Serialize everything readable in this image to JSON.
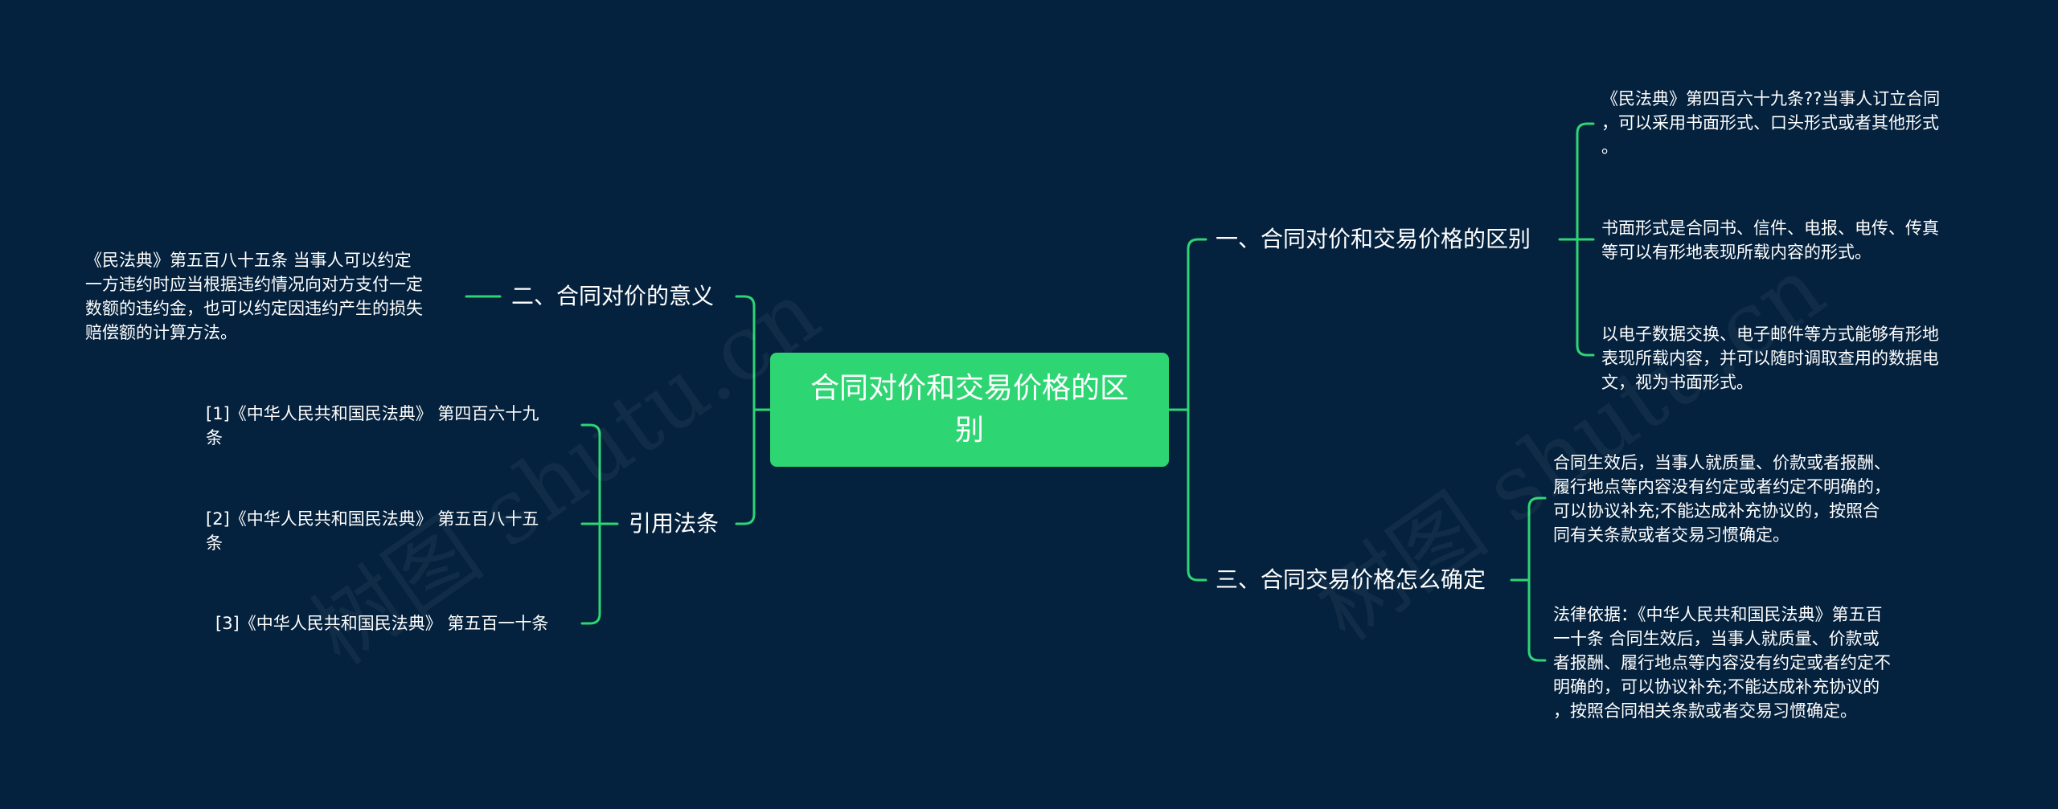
{
  "root": {
    "lines": [
      "合同对价和交易价格的区",
      "别"
    ]
  },
  "right": [
    {
      "label": "一、合同对价和交易价格的区别",
      "children": [
        {
          "lines": [
            "《民法典》第四百六十九条??当事人订立合同",
            "，可以采用书面形式、口头形式或者其他形式",
            "。"
          ]
        },
        {
          "lines": [
            "书面形式是合同书、信件、电报、电传、传真",
            "等可以有形地表现所载内容的形式。"
          ]
        },
        {
          "lines": [
            "以电子数据交换、电子邮件等方式能够有形地",
            "表现所载内容，并可以随时调取查用的数据电",
            "文，视为书面形式。"
          ]
        }
      ]
    },
    {
      "label": "三、合同交易价格怎么确定",
      "children": [
        {
          "lines": [
            "合同生效后，当事人就质量、价款或者报酬、",
            "履行地点等内容没有约定或者约定不明确的，",
            "可以协议补充;不能达成补充协议的，按照合",
            "同有关条款或者交易习惯确定。"
          ]
        },
        {
          "lines": [
            "法律依据：《中华人民共和国民法典》第五百",
            "一十条 合同生效后，当事人就质量、价款或",
            "者报酬、履行地点等内容没有约定或者约定不",
            "明确的，可以协议补充;不能达成补充协议的",
            "，按照合同相关条款或者交易习惯确定。"
          ]
        }
      ]
    }
  ],
  "left": [
    {
      "label": "二、合同对价的意义",
      "children": [
        {
          "lines": [
            "《民法典》第五百八十五条 当事人可以约定",
            "一方违约时应当根据违约情况向对方支付一定",
            "数额的违约金，也可以约定因违约产生的损失",
            "赔偿额的计算方法。"
          ]
        }
      ]
    },
    {
      "label": "引用法条",
      "children": [
        {
          "lines": [
            "[1]《中华人民共和国民法典》 第四百六十九",
            "条"
          ]
        },
        {
          "lines": [
            "[2]《中华人民共和国民法典》 第五百八十五",
            "条"
          ]
        },
        {
          "lines": [
            "[3]《中华人民共和国民法典》 第五百一十条"
          ]
        }
      ]
    }
  ],
  "watermarks": [
    "树图 shutu.cn",
    "树图 shutu.cn"
  ],
  "colors": {
    "background": "#04213d",
    "root": "#2ed573",
    "line": "#2ed573",
    "text": "#ffffff"
  }
}
